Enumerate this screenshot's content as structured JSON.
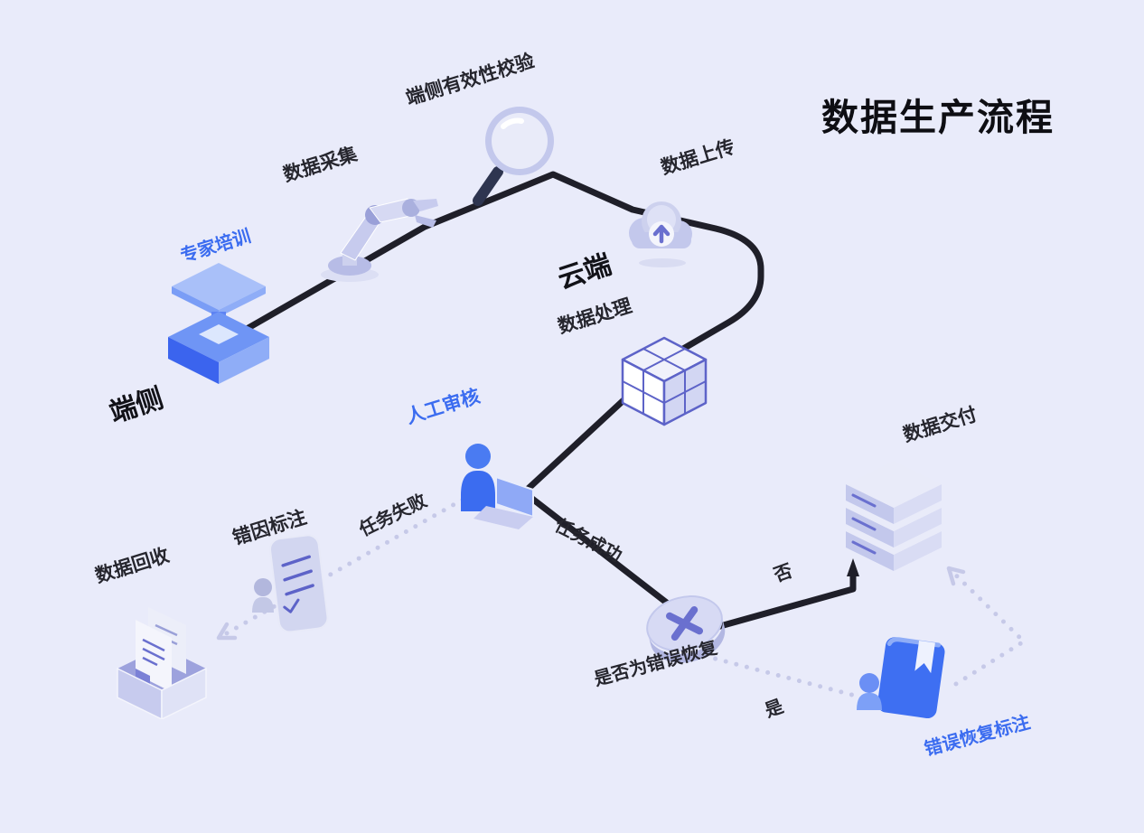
{
  "title": "数据生产流程",
  "colors": {
    "background": "#e9ebfa",
    "accent_blue": "#3b6cf0",
    "flow_line": "#1f1f29",
    "dotted_line": "#c6c9e8",
    "icon_lavender": "#c9cdf0",
    "icon_purple": "#6a70cf"
  },
  "labels": {
    "expert_training": "专家培训",
    "device_side": "端侧",
    "data_collection": "数据采集",
    "device_validity_check": "端侧有效性校验",
    "data_upload": "数据上传",
    "cloud_side": "云端",
    "data_processing": "数据处理",
    "manual_review": "人工审核",
    "task_failed": "任务失败",
    "error_cause_annotation": "错因标注",
    "data_recycle": "数据回收",
    "task_success": "任务成功",
    "decision": "是否为错误恢复",
    "no": "否",
    "yes": "是",
    "data_delivery": "数据交付",
    "error_recovery_annotation": "错误恢复标注"
  },
  "nodes": [
    {
      "id": "expert_training",
      "label": "专家培训",
      "icon": "graduation-podium"
    },
    {
      "id": "data_collection",
      "label": "数据采集",
      "icon": "robot-arm"
    },
    {
      "id": "device_validity_check",
      "label": "端侧有效性校验",
      "icon": "magnifier"
    },
    {
      "id": "data_upload",
      "label": "数据上传",
      "icon": "cloud-upload"
    },
    {
      "id": "data_processing",
      "label": "数据处理",
      "icon": "cube"
    },
    {
      "id": "manual_review",
      "label": "人工审核",
      "icon": "person-laptop"
    },
    {
      "id": "error_cause_annotation",
      "label": "错因标注",
      "icon": "document-person"
    },
    {
      "id": "data_recycle",
      "label": "数据回收",
      "icon": "archive-box"
    },
    {
      "id": "decision",
      "label": "是否为错误恢复",
      "icon": "x-disc"
    },
    {
      "id": "data_delivery",
      "label": "数据交付",
      "icon": "server-stack"
    },
    {
      "id": "error_recovery_annotation",
      "label": "错误恢复标注",
      "icon": "notebook-person"
    }
  ],
  "flow": {
    "zones": [
      "端侧",
      "云端"
    ],
    "main_sequence": [
      "专家培训",
      "数据采集",
      "端侧有效性校验",
      "数据上传",
      "数据处理",
      "人工审核"
    ],
    "branches": [
      {
        "from": "人工审核",
        "label": "任务失败",
        "to": "错因标注",
        "style": "dotted"
      },
      {
        "from": "错因标注",
        "to": "数据回收",
        "style": "dotted"
      },
      {
        "from": "人工审核",
        "label": "任务成功",
        "to": "是否为错误恢复",
        "style": "solid"
      },
      {
        "from": "是否为错误恢复",
        "label": "否",
        "to": "数据交付",
        "style": "solid"
      },
      {
        "from": "是否为错误恢复",
        "label": "是",
        "to": "错误恢复标注",
        "style": "dotted"
      },
      {
        "from": "错误恢复标注",
        "to": "数据交付",
        "style": "dotted"
      }
    ]
  }
}
